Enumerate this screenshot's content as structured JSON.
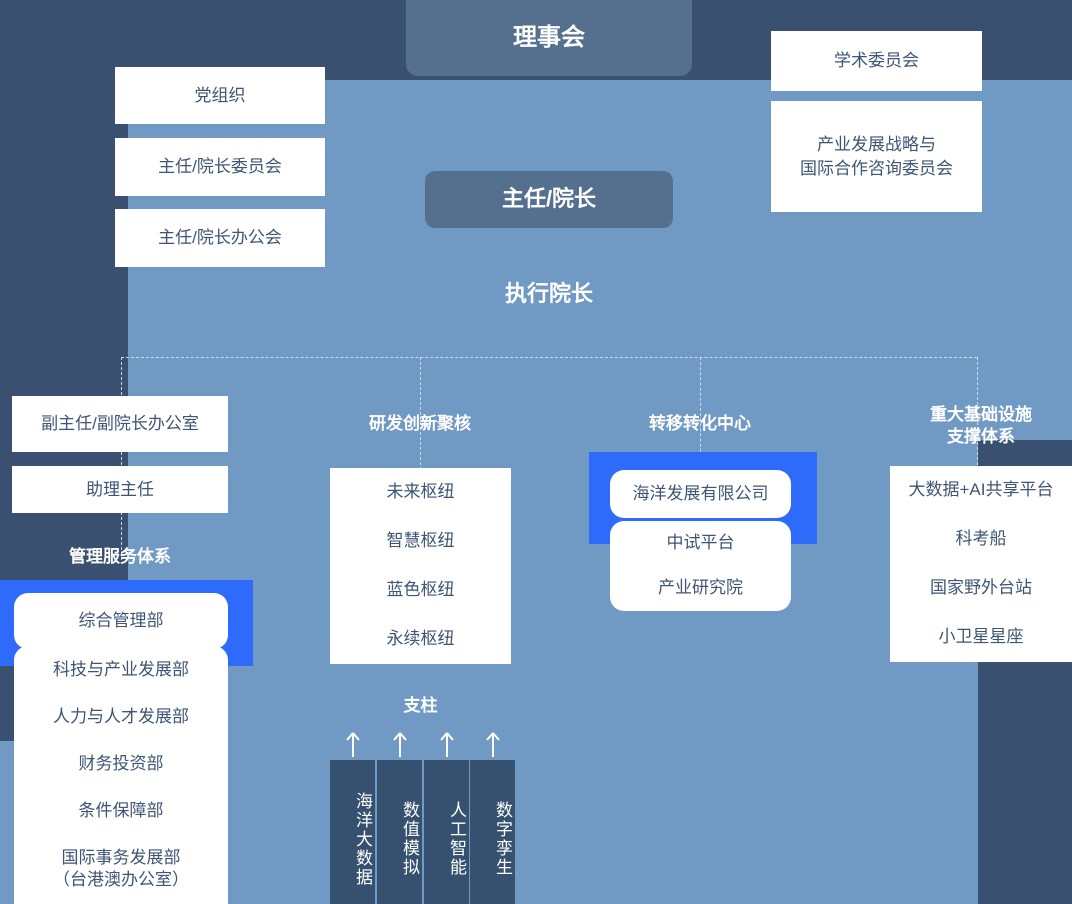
{
  "colors": {
    "background_dark": "#3a5070",
    "panel_blue": "#7099c4",
    "slate_box": "#54708e",
    "navy_box": "#36506f",
    "highlight": "#2f6bfb",
    "text_on_white": "#3e5575",
    "white": "#ffffff"
  },
  "top": {
    "board": "理事会",
    "director": "主任/院长",
    "executive_dean": "执行院长"
  },
  "left_top": {
    "items": [
      {
        "label": "党组织"
      },
      {
        "label": "主任/院长委员会"
      },
      {
        "label": "主任/院长办公会"
      }
    ]
  },
  "right_top": {
    "items": [
      {
        "label": "学术委员会"
      },
      {
        "label": "产业发展战略与\n国际合作咨询委员会",
        "line1": "产业发展战略与",
        "line2": "国际合作咨询委员会"
      }
    ]
  },
  "left_column": {
    "deputy_office": "副主任/副院长办公室",
    "assistant_director": "助理主任",
    "section_title": "管理服务体系",
    "highlighted_item": "综合管理部",
    "departments": [
      "科技与产业发展部",
      "人力与人才发展部",
      "财务投资部",
      "条件保障部",
      "国际事务发展部\n（台港澳办公室）"
    ],
    "last_department_line1": "国际事务发展部",
    "last_department_line2": "（台港澳办公室）"
  },
  "center_column": {
    "section_title": "研发创新聚核",
    "hubs": [
      "未来枢纽",
      "智慧枢纽",
      "蓝色枢纽",
      "永续枢纽"
    ],
    "pillars_title": "支柱",
    "pillars": [
      "海洋大数据",
      "数值模拟",
      "人工智能",
      "数字孪生"
    ]
  },
  "transfer_column": {
    "section_title": "转移转化中心",
    "highlighted_item": "海洋发展有限公司",
    "items": [
      "中试平台",
      "产业研究院"
    ]
  },
  "right_column": {
    "section_title": "重大基础设施\n支撑体系",
    "section_title_line1": "重大基础设施",
    "section_title_line2": "支撑体系",
    "items": [
      "大数据+AI共享平台",
      "科考船",
      "国家野外台站",
      "小卫星星座"
    ]
  },
  "icons": {
    "pillar_arrow": "arrow-up-icon"
  }
}
